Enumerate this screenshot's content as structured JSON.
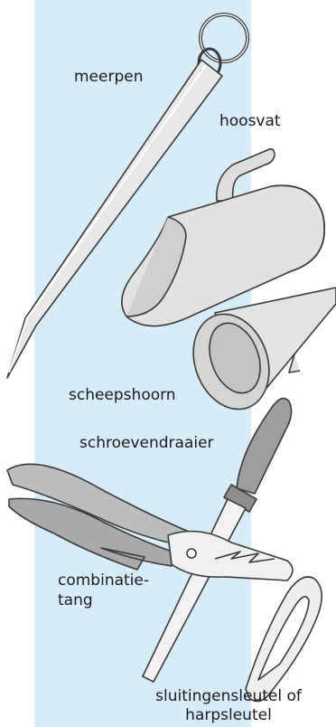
{
  "colors": {
    "panel": "#d6ecf8",
    "metal": "#e4e4e4",
    "metal_dark": "#bdbdbd",
    "outline": "#3a3a3a"
  },
  "labels": {
    "meerpen": "meerpen",
    "hoosvat": "hoosvat",
    "scheepshoorn": "scheepshoorn",
    "schroevendraaier": "schroevendraaier",
    "combinatietang_line1": "combinatie-",
    "combinatietang_line2": "tang",
    "sluitingensleutel_line1": "sluitingensleutel of",
    "sluitingensleutel_line2": "harpsleutel"
  }
}
